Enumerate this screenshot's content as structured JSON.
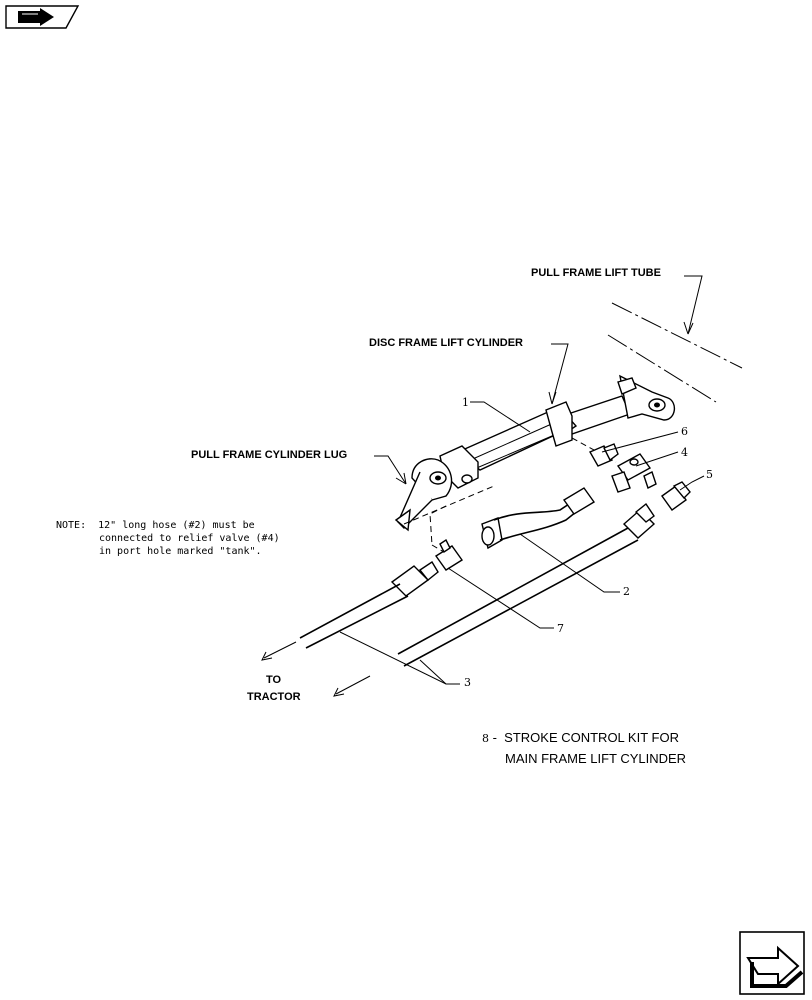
{
  "callouts": {
    "pull_frame_lift_tube": "PULL FRAME LIFT TUBE",
    "disc_frame_lift_cylinder": "DISC FRAME LIFT CYLINDER",
    "pull_frame_cylinder_lug": "PULL FRAME CYLINDER LUG",
    "to": "TO",
    "tractor": "TRACTOR"
  },
  "note": {
    "line1": "NOTE:  12\" long hose (#2) must be",
    "line2": "connected to relief valve (#4)",
    "line3": "in port hole marked \"tank\"."
  },
  "items": [
    {
      "no": "1"
    },
    {
      "no": "2"
    },
    {
      "no": "3"
    },
    {
      "no": "4"
    },
    {
      "no": "5"
    },
    {
      "no": "6"
    },
    {
      "no": "7"
    }
  ],
  "kit": {
    "number": "8",
    "line1": " -  STROKE CONTROL KIT FOR",
    "line2": "MAIN FRAME LIFT CYLINDER"
  },
  "icons": {
    "top_left": "book-arrow-icon",
    "bottom_right": "next-page-arrow-icon"
  }
}
